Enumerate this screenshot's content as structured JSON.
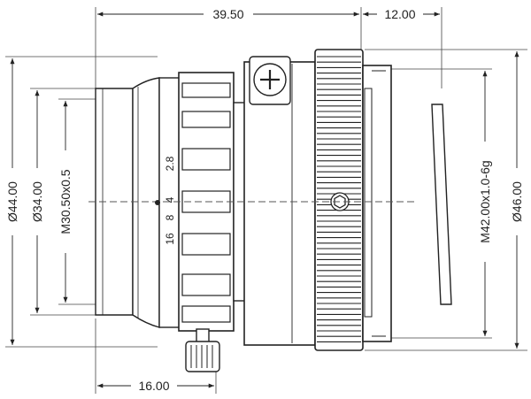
{
  "dimensions": {
    "length_body": "39.50",
    "length_mount": "12.00",
    "length_front": "16.00",
    "dia_outer_left": "Ø44.00",
    "dia_inner_left": "Ø34.00",
    "filter_thread": "M30.50x0.5",
    "mount_thread": "M42.00x1.0-6g",
    "dia_outer_right": "Ø46.00"
  },
  "aperture_scale": [
    "2.8",
    "4",
    "8",
    "16"
  ],
  "colors": {
    "line": "#222222",
    "centerline": "#555555"
  }
}
